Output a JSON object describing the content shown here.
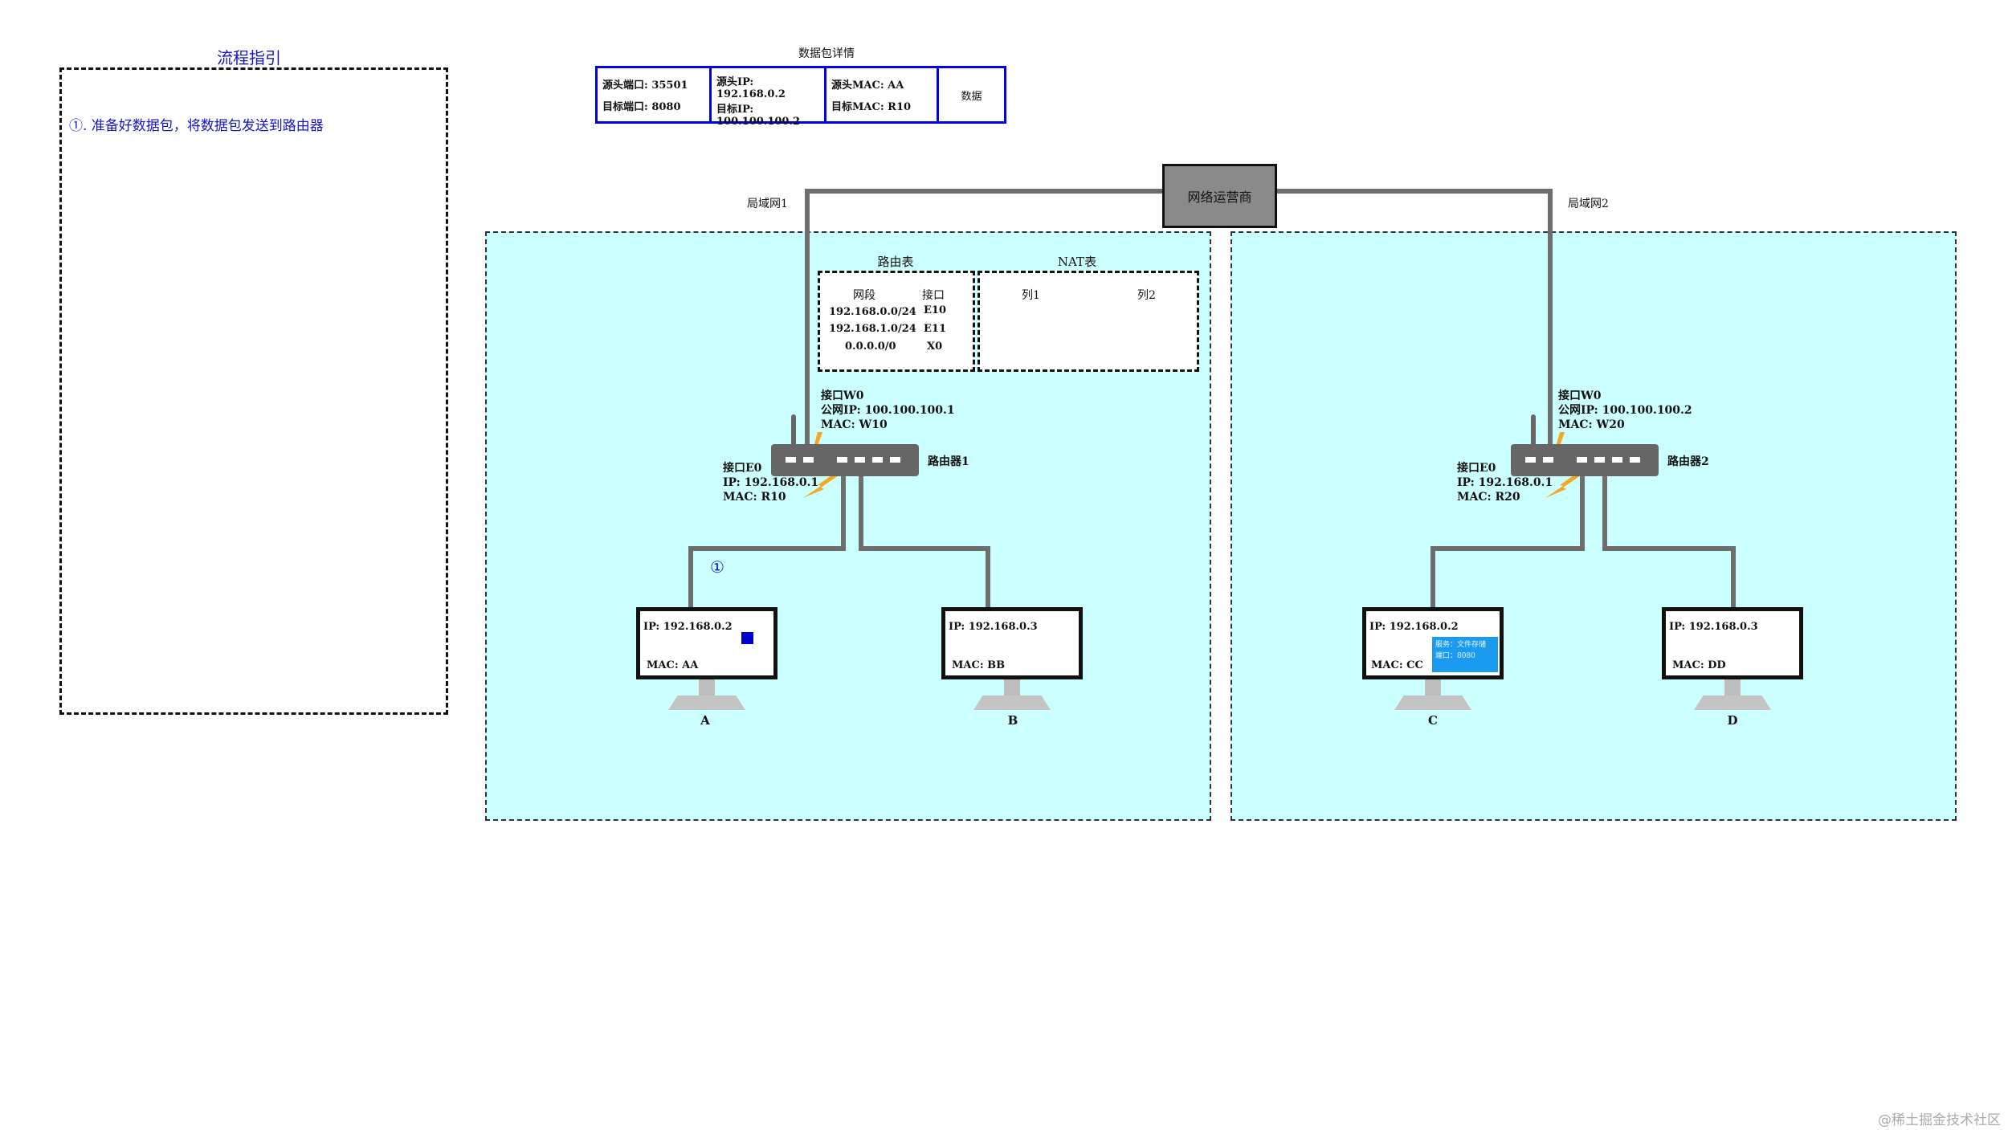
{
  "guide": {
    "title": "流程指引",
    "step1": "①. 准备好数据包，将数据包发送到路由器"
  },
  "packet": {
    "caption": "数据包详情",
    "src_port": "源头端口: 35501",
    "dst_port": "目标端口: 8080",
    "src_ip": "源头IP:  192.168.0.2",
    "dst_ip": "目标IP: 100.100.100.2",
    "src_mac": "源头MAC:  AA",
    "dst_mac": "目标MAC:  R10",
    "data": "数据"
  },
  "isp": {
    "label": "网络运营商"
  },
  "lan1": {
    "label": "局域网1",
    "routing_table": {
      "title": "路由表",
      "col_segment": "网段",
      "col_iface": "接口",
      "rows": [
        {
          "segment": "192.168.0.0/24",
          "iface": "E10"
        },
        {
          "segment": "192.168.1.0/24",
          "iface": "E11"
        },
        {
          "segment": "0.0.0.0/0",
          "iface": "X0"
        }
      ]
    },
    "nat_table": {
      "title": "NAT表",
      "col1": "列1",
      "col2": "列2"
    },
    "router": {
      "name": "路由器1",
      "w0_name": "接口W0",
      "w0_ip": "公网IP:  100.100.100.1",
      "w0_mac": "MAC: W10",
      "e0_name": "接口E0",
      "e0_ip": "IP:       192.168.0.1",
      "e0_mac": "MAC: R10"
    },
    "step_mark": "①",
    "pc_a": {
      "ip": "IP: 192.168.0.2",
      "mac": "MAC: AA",
      "label": "A"
    },
    "pc_b": {
      "ip": "IP: 192.168.0.3",
      "mac": "MAC: BB",
      "label": "B"
    }
  },
  "lan2": {
    "label": "局域网2",
    "router": {
      "name": "路由器2",
      "w0_name": "接口W0",
      "w0_ip": "公网IP:  100.100.100.2",
      "w0_mac": "MAC: W20",
      "e0_name": "接口E0",
      "e0_ip": "IP:      192.168.0.1",
      "e0_mac": "MAC: R20"
    },
    "pc_c": {
      "ip": "IP: 192.168.0.2",
      "mac": "MAC: CC",
      "label": "C",
      "app_line1": "服务：文件存储",
      "app_line2": "端口：8080"
    },
    "pc_d": {
      "ip": "IP: 192.168.0.3",
      "mac": "MAC: DD",
      "label": "D"
    }
  },
  "watermark": "@稀土掘金技术社区",
  "colors": {
    "lan_fill": "#ccffff",
    "wire": "#6e6e6e",
    "guide_blue": "#1515cc",
    "packet_border": "#0000e6",
    "isp_fill": "#8a8a8a",
    "app_blue": "#1a9bf0",
    "spark": "#f5a623"
  }
}
